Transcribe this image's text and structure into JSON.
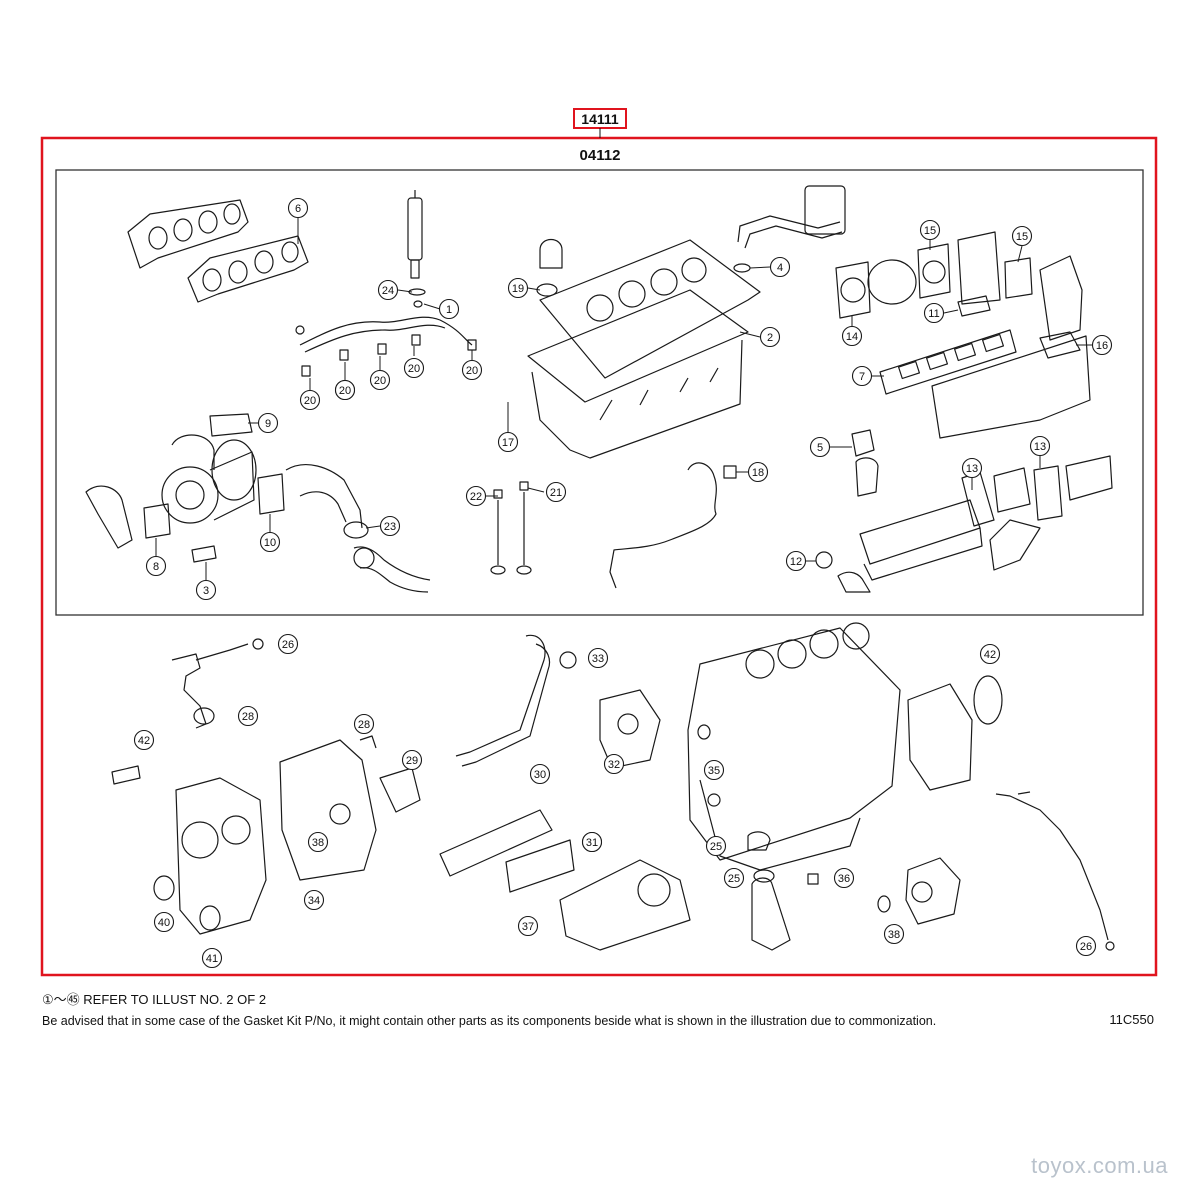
{
  "header": {
    "kit_number": "14111",
    "set_number": "04112"
  },
  "callouts": [
    "1",
    "2",
    "3",
    "4",
    "5",
    "6",
    "7",
    "8",
    "9",
    "10",
    "11",
    "12",
    "13",
    "13",
    "14",
    "15",
    "15",
    "16",
    "17",
    "18",
    "19",
    "20",
    "20",
    "20",
    "20",
    "20",
    "20",
    "21",
    "22",
    "23",
    "24",
    "25",
    "25",
    "26",
    "26",
    "28",
    "28",
    "29",
    "30",
    "31",
    "31",
    "32",
    "33",
    "34",
    "35",
    "36",
    "37",
    "38",
    "38",
    "40",
    "41",
    "42",
    "42"
  ],
  "footnotes": {
    "refer_prefix": "①～㊺",
    "refer_text": " REFER TO ILLUST NO. 2 OF 2",
    "advisory": "Be advised that in some case of the Gasket Kit P/No,  it might contain other parts as its components beside what is shown in the illustration due to commonization.",
    "illustration_code": "11C550"
  },
  "watermark": "toyox.com.ua",
  "colors": {
    "kit_frame": "#e0141e",
    "line": "#1a1a1a",
    "watermark": "#b9c2cc"
  }
}
